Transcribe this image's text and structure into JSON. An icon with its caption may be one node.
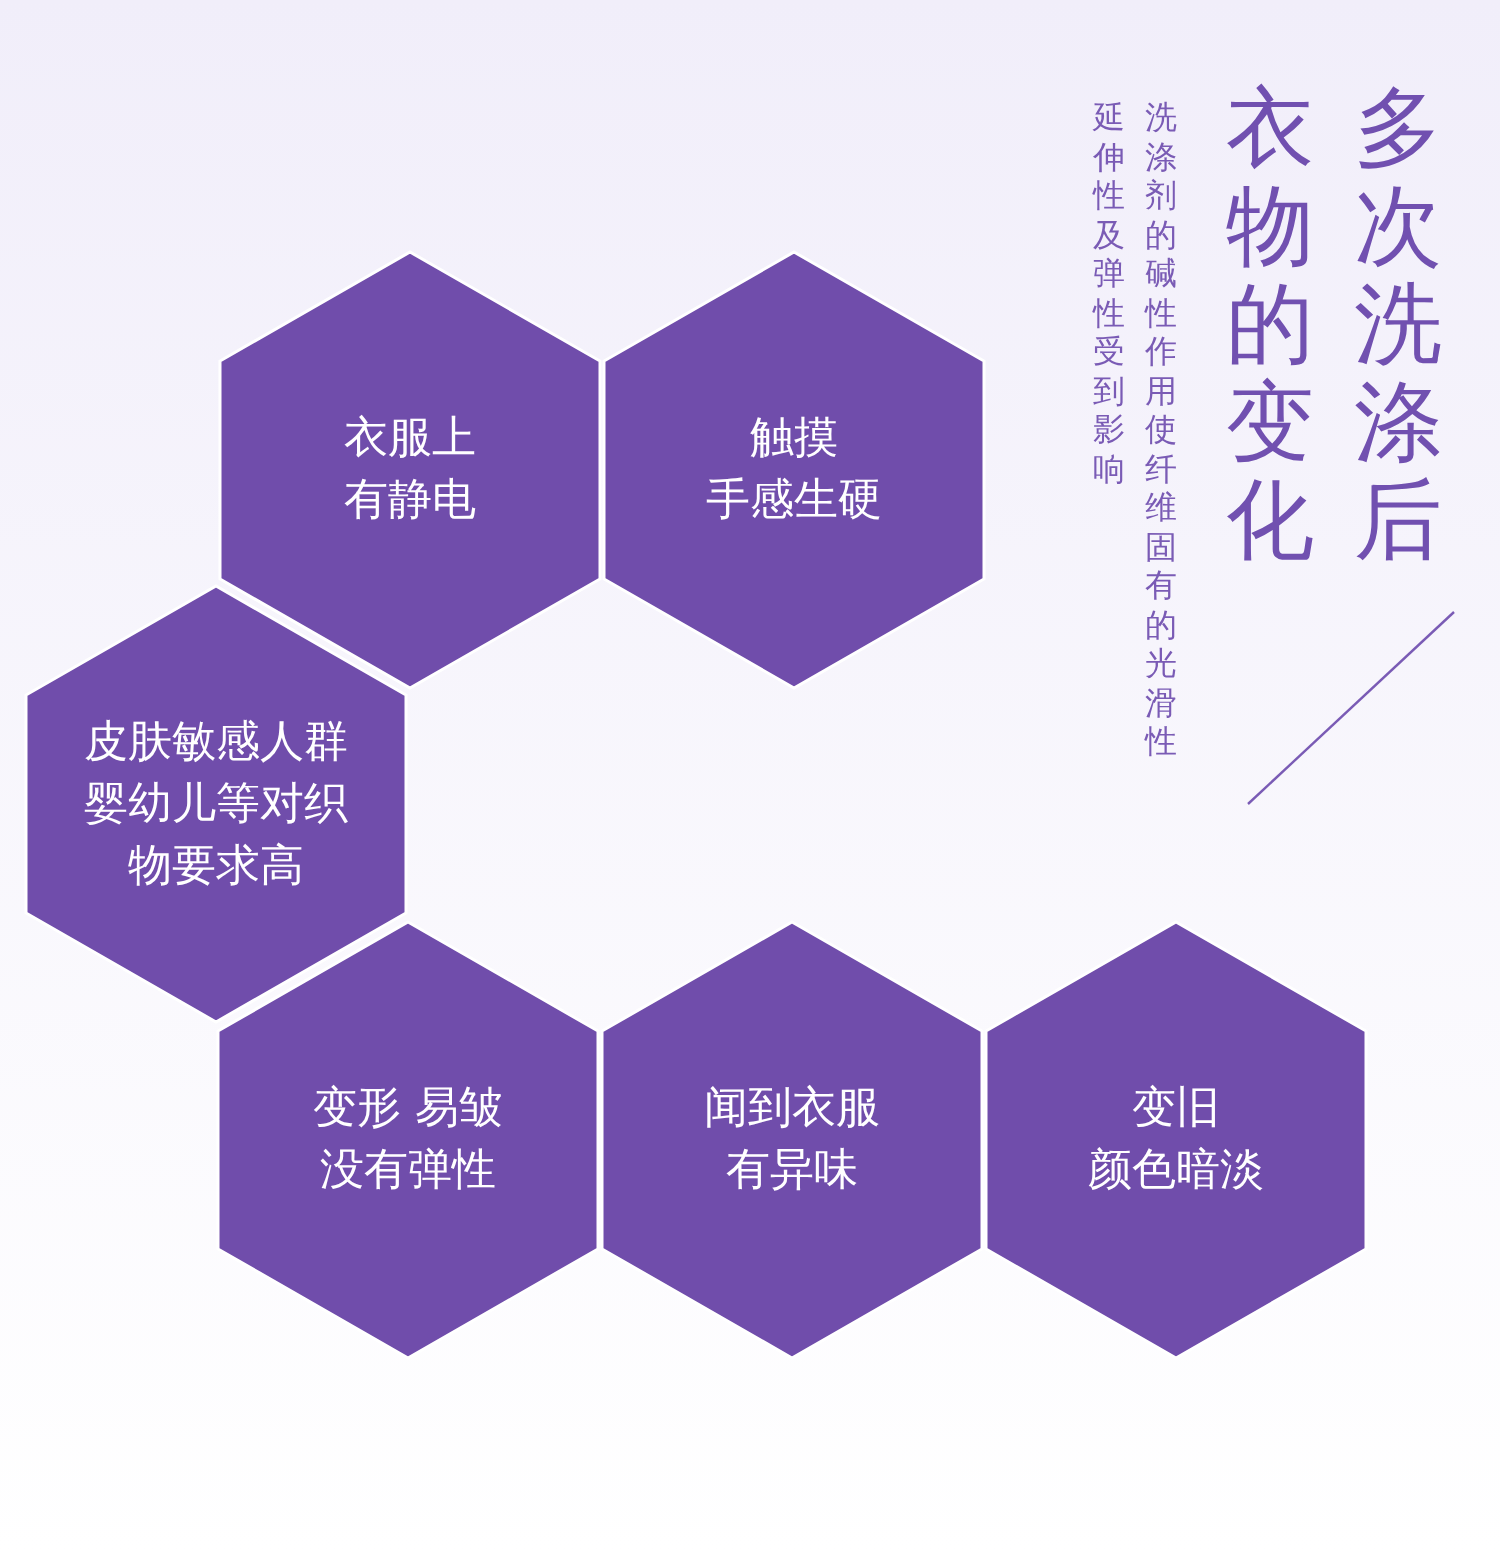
{
  "diagram": {
    "title": "多次洗涤后衣物的变化",
    "caption": "洗涤剂的碱性作用使纤维固有的光滑性延伸性及弹性受到影响",
    "nodes": [
      {
        "text": [
          "衣服上有静电"
        ]
      },
      {
        "text": [
          "触摸",
          "手感生硬"
        ]
      },
      {
        "text": [
          "皮肤敏感人群婴幼儿等对织物要求高"
        ]
      },
      {
        "text": [
          "变形 易皱没有弹性"
        ]
      },
      {
        "text": [
          "闻到衣服有异味"
        ]
      },
      {
        "text": [
          "变旧",
          "颜色暗淡"
        ]
      }
    ]
  }
}
